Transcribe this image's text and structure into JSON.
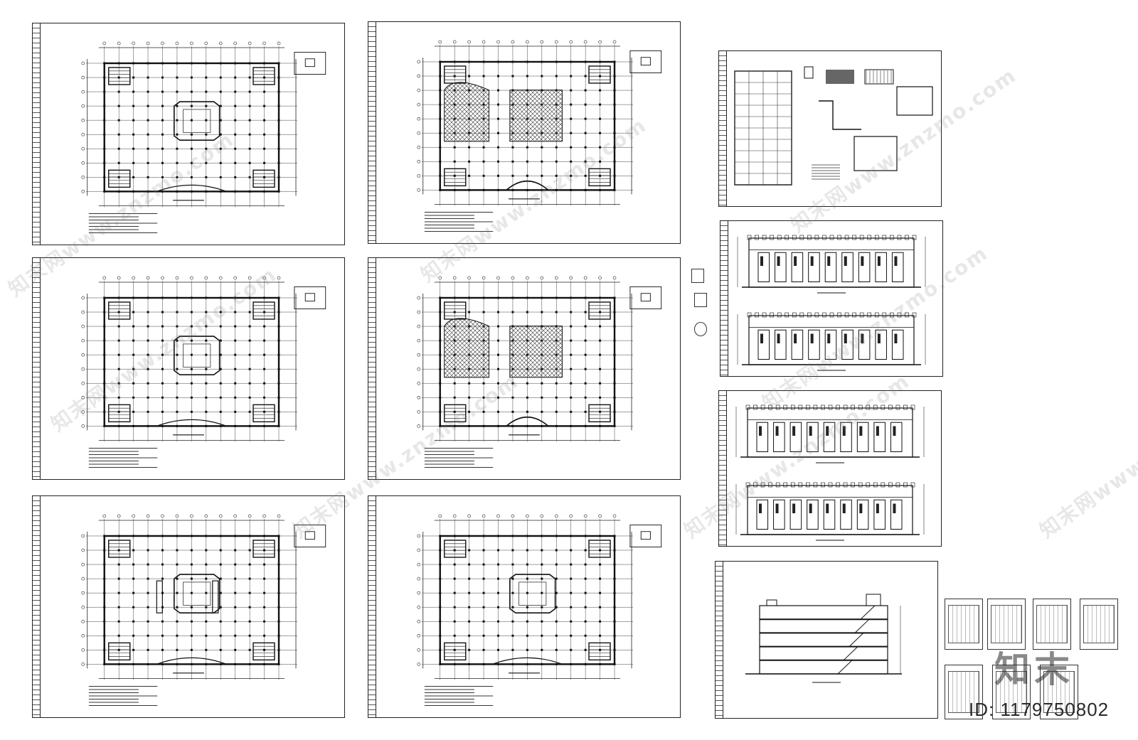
{
  "watermark": {
    "text": "知末网www.znzmo.com",
    "logo": "知末",
    "id_label": "ID: 1179750802"
  },
  "sheets": [
    {
      "name": "plan-sheet-1",
      "kind": "floor-plan",
      "col": 1,
      "row": 1
    },
    {
      "name": "plan-sheet-2",
      "kind": "floor-plan-patterned",
      "col": 2,
      "row": 1
    },
    {
      "name": "plan-sheet-3",
      "kind": "floor-plan",
      "col": 1,
      "row": 2
    },
    {
      "name": "plan-sheet-4",
      "kind": "floor-plan-patterned",
      "col": 2,
      "row": 2
    },
    {
      "name": "plan-sheet-5",
      "kind": "floor-plan",
      "col": 1,
      "row": 3
    },
    {
      "name": "plan-sheet-6",
      "kind": "floor-plan",
      "col": 2,
      "row": 3
    },
    {
      "name": "detail-sheet",
      "kind": "details",
      "col": 3,
      "row": 1
    },
    {
      "name": "elevation-sheet-1",
      "kind": "elevation",
      "col": 3,
      "row": 2
    },
    {
      "name": "elevation-sheet-2",
      "kind": "elevation",
      "col": 3,
      "row": 3
    },
    {
      "name": "section-sheet",
      "kind": "section",
      "col": 3,
      "row": 4
    }
  ],
  "thumbnails_count": 7
}
